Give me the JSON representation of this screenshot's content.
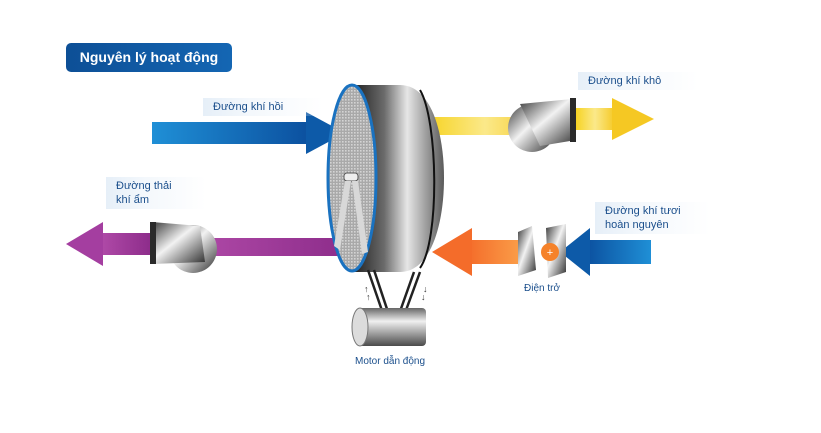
{
  "title": "Nguyên lý hoạt động",
  "labels": {
    "humid_air_in": "Đường khí hồi",
    "dry_air_out": "Đường khí khô",
    "wet_exhaust_line1": "Đường thải",
    "wet_exhaust_line2": "khí ẩm",
    "regen_air_line1": "Đường khí tươi",
    "regen_air_line2": "hoàn nguyên",
    "heater": "Điện trở",
    "motor": "Motor dẫn động"
  },
  "colors": {
    "title_bg": "#1466b3",
    "label_text": "#1b4f8c",
    "blue_flow": "#0d5aa8",
    "yellow_flow": "#f6cd2a",
    "purple_flow": "#8e2a8c",
    "orange_flow": "#f5822a",
    "wheel_rim": "#1a72c0",
    "heater_dot": "#f5822a"
  }
}
